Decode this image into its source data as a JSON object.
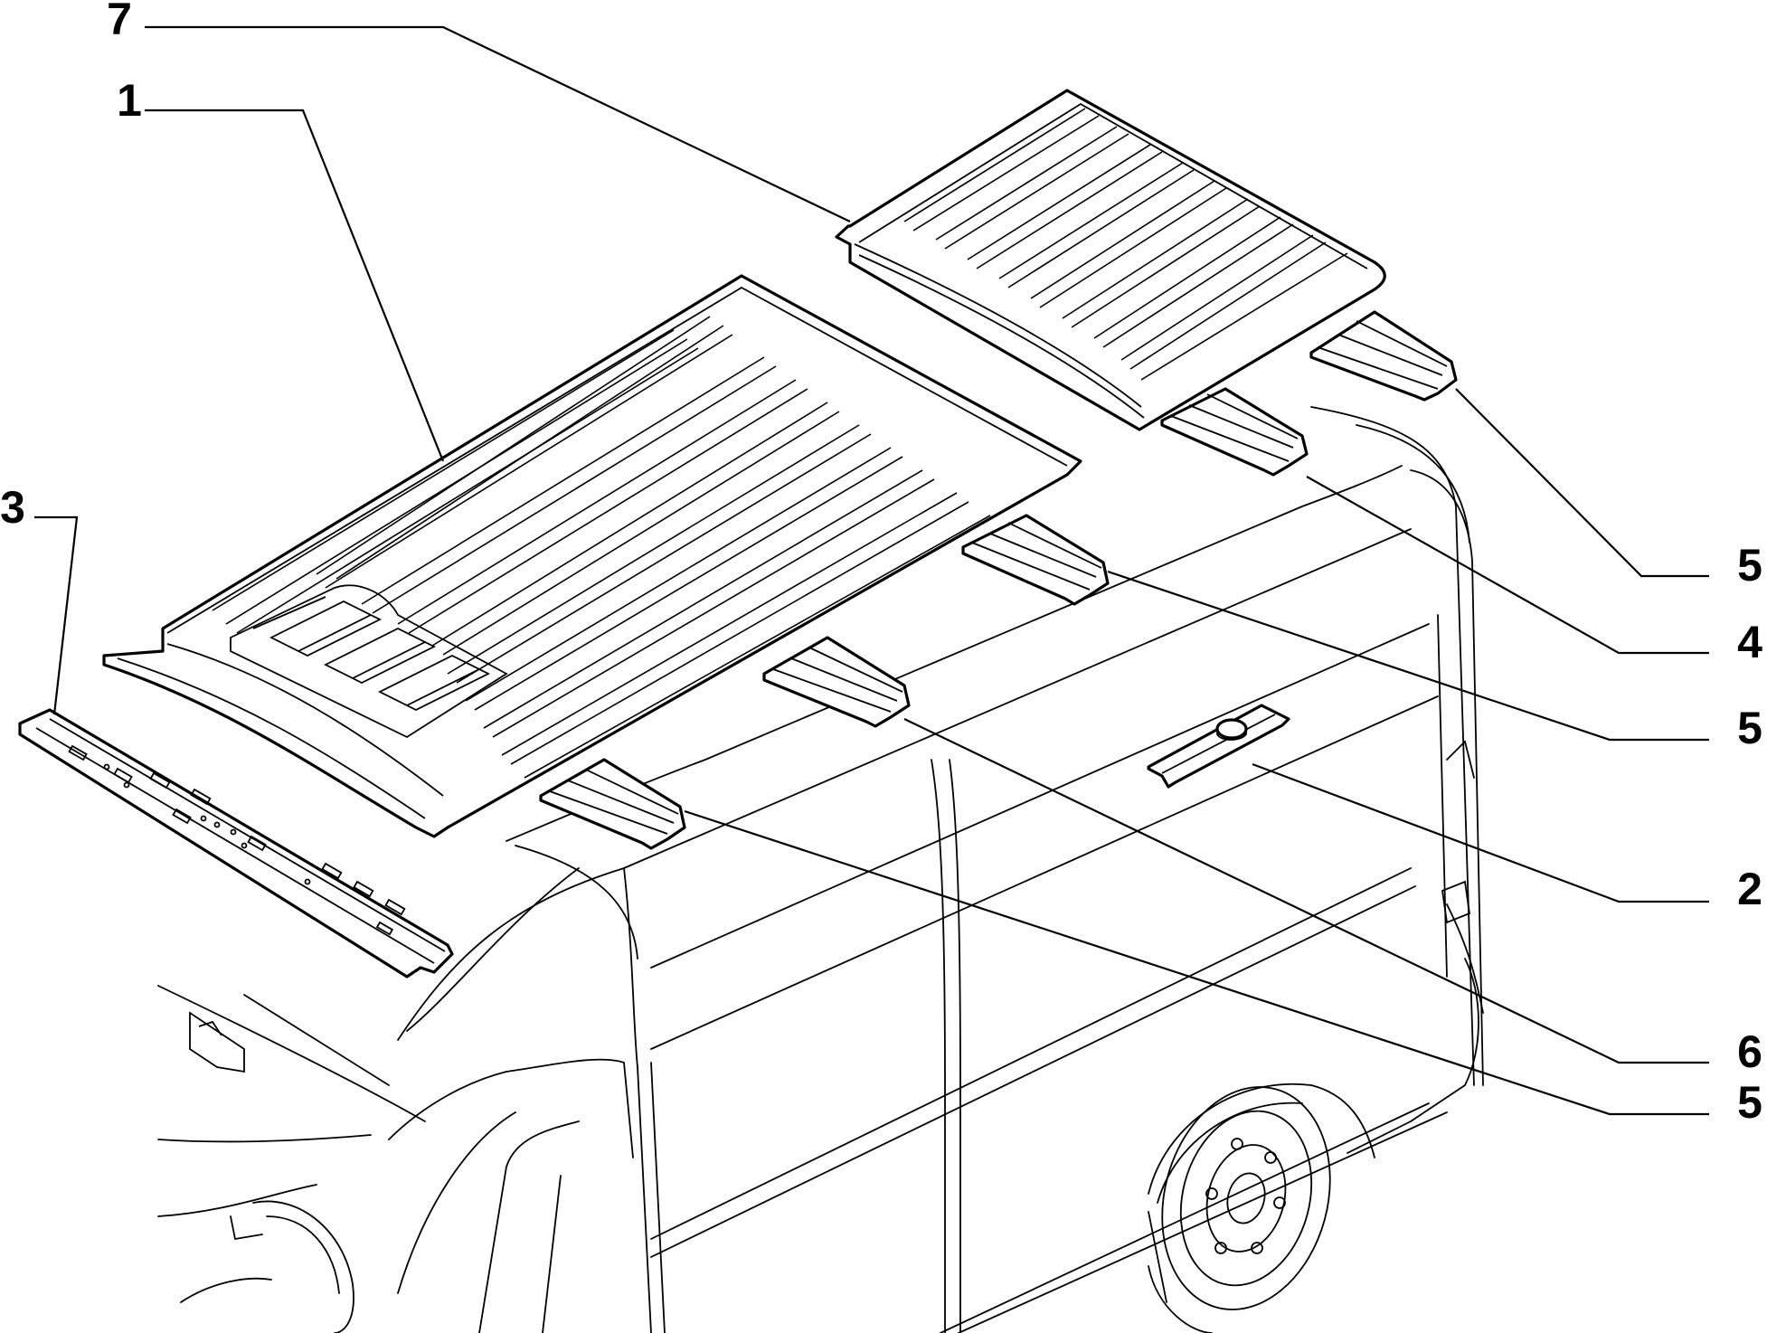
{
  "callouts": [
    {
      "id": "7",
      "label": "7"
    },
    {
      "id": "1",
      "label": "1"
    },
    {
      "id": "3",
      "label": "3"
    },
    {
      "id": "5a",
      "label": "5"
    },
    {
      "id": "4",
      "label": "4"
    },
    {
      "id": "5b",
      "label": "5"
    },
    {
      "id": "2",
      "label": "2"
    },
    {
      "id": "6",
      "label": "6"
    },
    {
      "id": "5c",
      "label": "5"
    }
  ],
  "colors": {
    "line": "#000000",
    "background": "#ffffff"
  }
}
